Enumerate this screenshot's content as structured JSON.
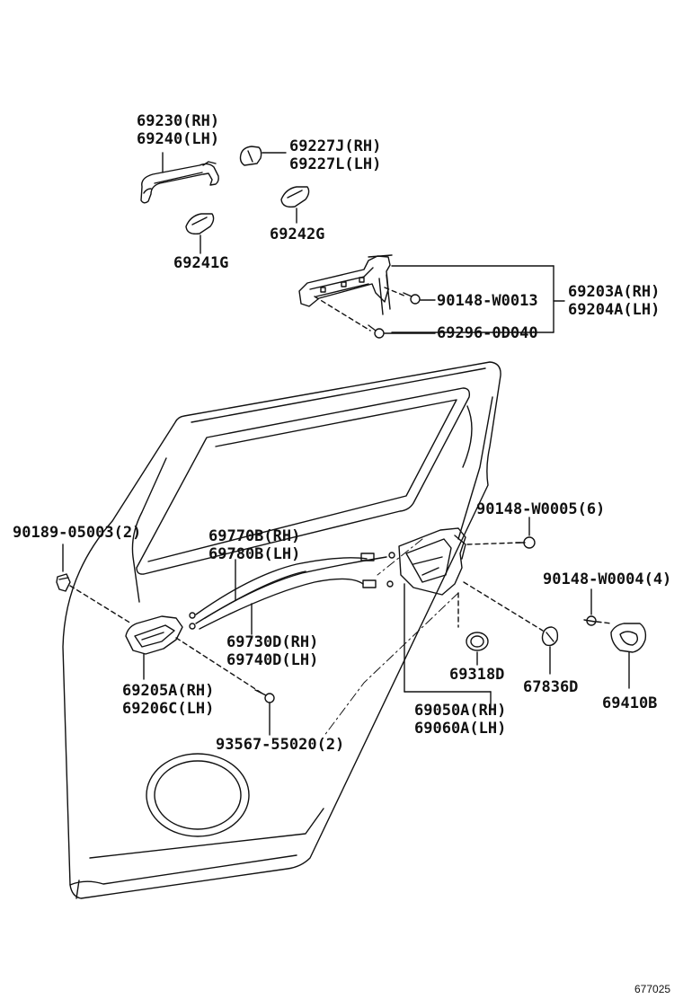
{
  "colors": {
    "ink": "#111111",
    "paper": "#ffffff"
  },
  "figure_number": "677025",
  "labels": {
    "outer_handle_rh": "69230(RH)",
    "outer_handle_lh": "69240(LH)",
    "handle_cap_rh": "69227J(RH)",
    "handle_cap_lh": "69227L(LH)",
    "pad_g": "69242G",
    "pad_f": "69241G",
    "bolt_w0013": "90148-W0013",
    "frame_rh": "69203A(RH)",
    "frame_lh": "69204A(LH)",
    "screw_0d040": "69296-0D040",
    "screw_w0005": "90148-W0005(6)",
    "clip_05003": "90189-05003(2)",
    "cable_rh": "69770B(RH)",
    "cable_lh": "69780B(LH)",
    "bolt_w0004": "90148-W0004(4)",
    "inner_cable_rh": "69730D(RH)",
    "inner_cable_lh": "69740D(LH)",
    "inner_handle_rh": "69205A(RH)",
    "inner_handle_lh": "69206C(LH)",
    "cap_69318d": "69318D",
    "seal_67836d": "67836D",
    "striker_69410b": "69410B",
    "lock_rh": "69050A(RH)",
    "lock_lh": "69060A(LH)",
    "screw_55020": "93567-55020(2)"
  }
}
